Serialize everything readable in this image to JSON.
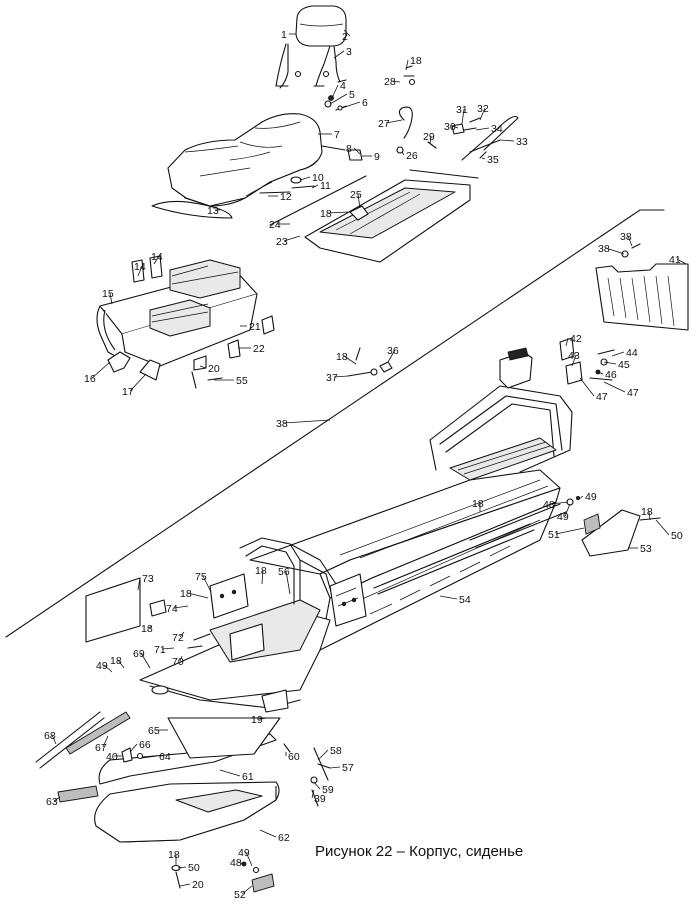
{
  "caption": "Рисунок 22 – Корпус, сиденье",
  "callouts": [
    "1",
    "2",
    "3",
    "4",
    "5",
    "6",
    "7",
    "8",
    "9",
    "10",
    "11",
    "12",
    "13",
    "14",
    "14",
    "15",
    "16",
    "17",
    "18",
    "18",
    "18",
    "18",
    "18",
    "18",
    "18",
    "18",
    "18",
    "18",
    "19",
    "20",
    "20",
    "21",
    "22",
    "23",
    "24",
    "25",
    "26",
    "27",
    "28",
    "29",
    "30",
    "31",
    "32",
    "33",
    "34",
    "35",
    "36",
    "37",
    "38",
    "38",
    "38",
    "39",
    "40",
    "41",
    "42",
    "43",
    "44",
    "45",
    "46",
    "47",
    "47",
    "48",
    "48",
    "49",
    "49",
    "49",
    "49",
    "50",
    "50",
    "51",
    "52",
    "53",
    "54",
    "55",
    "56",
    "57",
    "58",
    "59",
    "60",
    "61",
    "62",
    "63",
    "64",
    "65",
    "66",
    "67",
    "68",
    "69",
    "70",
    "71",
    "72",
    "73",
    "74",
    "75"
  ]
}
